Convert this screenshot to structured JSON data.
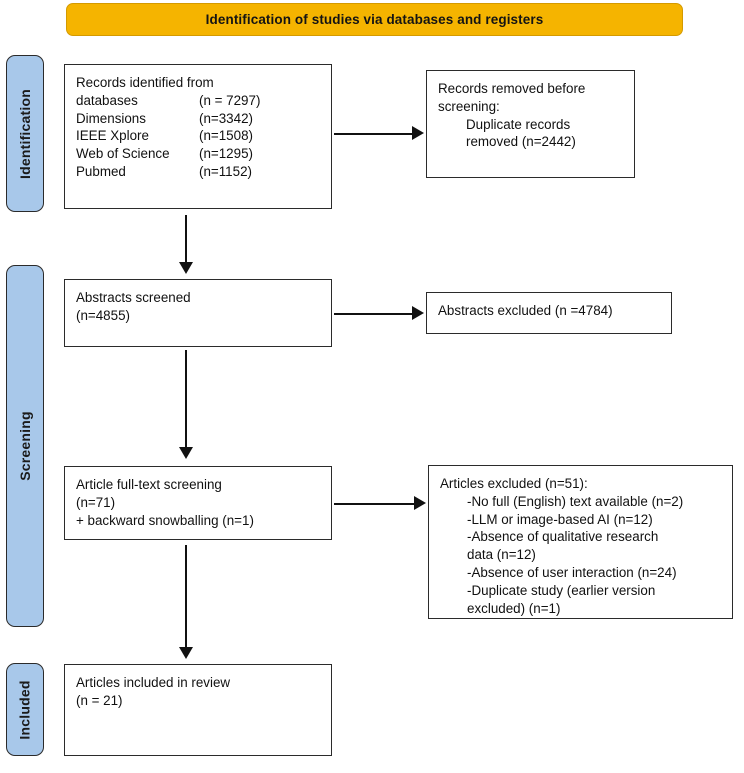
{
  "banner": {
    "title": "Identification of studies via databases and registers"
  },
  "stages": [
    {
      "key": "identification",
      "label": "Identification"
    },
    {
      "key": "screening",
      "label": "Screening"
    },
    {
      "key": "included",
      "label": "Included"
    }
  ],
  "boxes": {
    "records_identified": {
      "heading_line1": "Records identified from",
      "sources": [
        {
          "name": "databases",
          "count": "(n = 7297)"
        },
        {
          "name": "Dimensions",
          "count": "(n=3342)"
        },
        {
          "name": "IEEE Xplore",
          "count": "(n=1508)"
        },
        {
          "name": "Web of Science",
          "count": "(n=1295)"
        },
        {
          "name": "Pubmed",
          "count": "(n=1152)"
        }
      ]
    },
    "records_removed": {
      "line1": "Records removed before",
      "line2": "screening:",
      "line3": "Duplicate records",
      "line4": "removed (n=2442)"
    },
    "abstracts_screened": {
      "line1": "Abstracts screened",
      "line2": "(n=4855)"
    },
    "abstracts_excluded": {
      "line1": "Abstracts excluded (n =4784)"
    },
    "fulltext_screening": {
      "line1": "Article full-text screening",
      "line2": "(n=71)",
      "line3": "+ backward snowballing (n=1)"
    },
    "articles_excluded": {
      "heading": "Articles excluded (n=51):",
      "reasons": [
        {
          "text": "-No full (English) text available (n=2)"
        },
        {
          "text": "-LLM or image-based AI (n=12)"
        },
        {
          "text": "-Absence of qualitative research"
        },
        {
          "text": "data (n=12)",
          "continuation": true
        },
        {
          "text": "-Absence of user interaction (n=24)"
        },
        {
          "text": "-Duplicate study (earlier version"
        },
        {
          "text": "excluded) (n=1)",
          "continuation": true
        }
      ]
    },
    "articles_included": {
      "line1": "Articles included in review",
      "line2": "(n = 21)"
    }
  },
  "colors": {
    "banner_fill": "#f5b400",
    "stage_fill": "#a8c8ea",
    "box_border": "#2b2b2b",
    "connector": "#111111"
  }
}
